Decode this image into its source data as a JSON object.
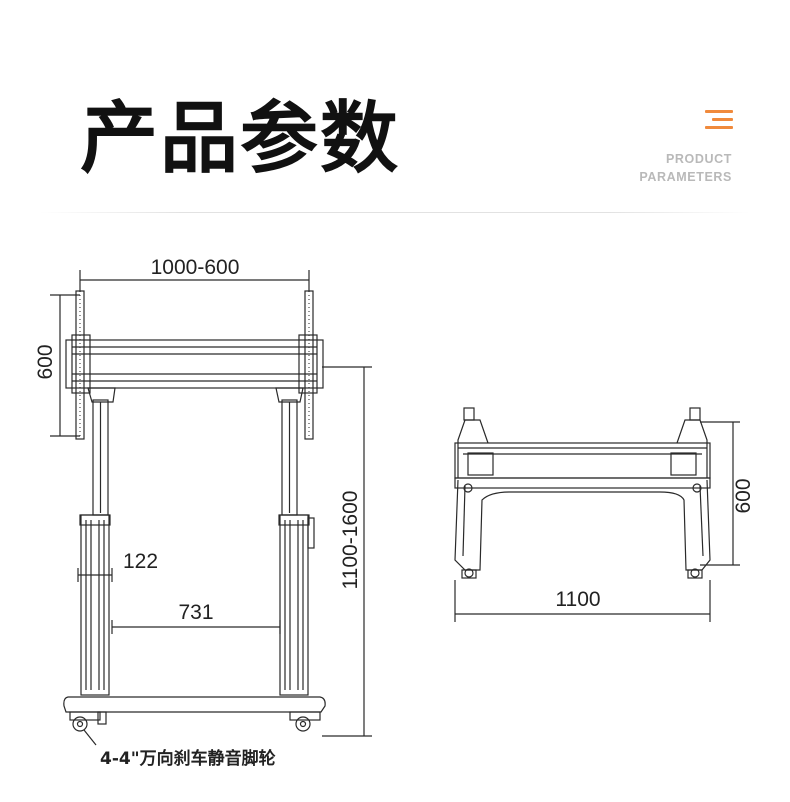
{
  "header": {
    "title": "产品参数",
    "subtitle_line1": "PRODUCT",
    "subtitle_line2": "PARAMETERS",
    "icon": "menu-lines-icon",
    "accent_color": "#f08a3c"
  },
  "front_view": {
    "width_label": "1000-600",
    "plate_height_label": "600",
    "total_height_label": "1100-1600",
    "column_width_label": "122",
    "inner_width_label": "731",
    "caster_caption": "4-4\"万向刹车静音脚轮"
  },
  "side_view": {
    "height_label": "600",
    "depth_label": "1100"
  }
}
